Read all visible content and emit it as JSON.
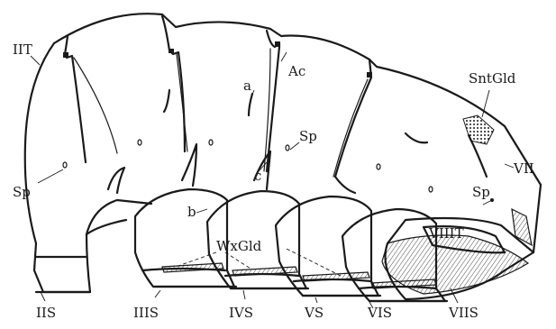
{
  "labels": {
    "iit": "IIT",
    "ac": "Ac",
    "a": "a",
    "snt_gld": "SntGld",
    "sp_left": "Sp",
    "sp_mid": "Sp",
    "sp_right": "Sp",
    "c": "c",
    "vii": "VII",
    "b": "b",
    "viiit": "VIIIT",
    "wx_gld": "WxGld",
    "iis": "IIS",
    "iiis": "IIIS",
    "ivs": "IVS",
    "vs": "VS",
    "vis": "VIS",
    "viis": "VIIS"
  }
}
